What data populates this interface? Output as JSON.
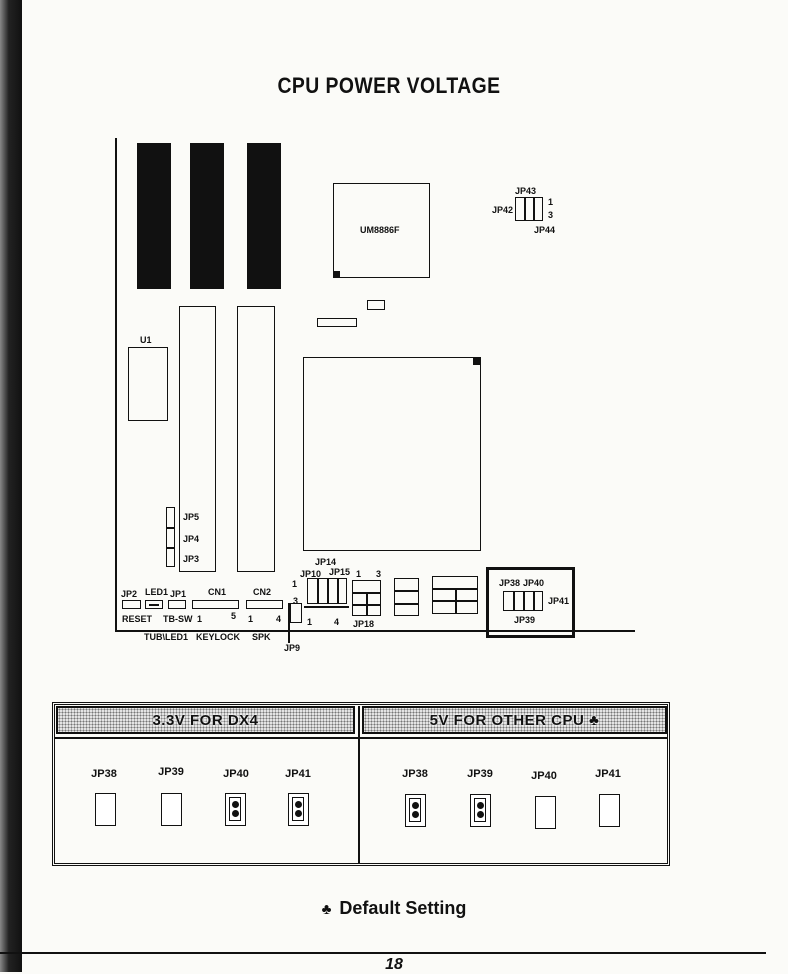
{
  "page": {
    "title": "CPU POWER VOLTAGE",
    "page_number": "18"
  },
  "board": {
    "chips": {
      "chipset": "UM8886F",
      "u1": "U1"
    },
    "connectors": {
      "jp2": "JP2",
      "led1": "LED1",
      "jp1": "JP1",
      "cn1": "CN1",
      "cn2": "CN2",
      "reset": "RESET",
      "tb_sw": "TB-SW",
      "turbo_led": "TUB\\LED1",
      "keylock": "KEYLOCK",
      "spk": "SPK",
      "cn1_pin1": "1",
      "cn1_pin5": "5",
      "cn2_pin1": "1",
      "cn2_pin4": "4"
    },
    "jumpers": {
      "jp5": "JP5",
      "jp4": "JP4",
      "jp3": "JP3",
      "jp14": "JP14",
      "jp10": "JP10",
      "jp15": "JP15",
      "jp9": "JP9",
      "jp18": "JP18",
      "jp38": "JP38",
      "jp40": "JP40",
      "jp41": "JP41",
      "jp39": "JP39",
      "jp42": "JP42",
      "jp43": "JP43",
      "jp44": "JP44",
      "pin1": "1",
      "pin3": "3",
      "pin4": "4"
    }
  },
  "settings": {
    "left": {
      "header": "3.3V FOR DX4",
      "jumpers": [
        {
          "label": "JP38",
          "state": "open"
        },
        {
          "label": "JP39",
          "state": "open"
        },
        {
          "label": "JP40",
          "state": "closed"
        },
        {
          "label": "JP41",
          "state": "closed"
        }
      ]
    },
    "right": {
      "header": "5V FOR OTHER CPU ♣",
      "jumpers": [
        {
          "label": "JP38",
          "state": "closed"
        },
        {
          "label": "JP39",
          "state": "closed"
        },
        {
          "label": "JP40",
          "state": "open"
        },
        {
          "label": "JP41",
          "state": "open"
        }
      ]
    }
  },
  "legend": {
    "symbol": "♣",
    "text": "Default Setting"
  }
}
